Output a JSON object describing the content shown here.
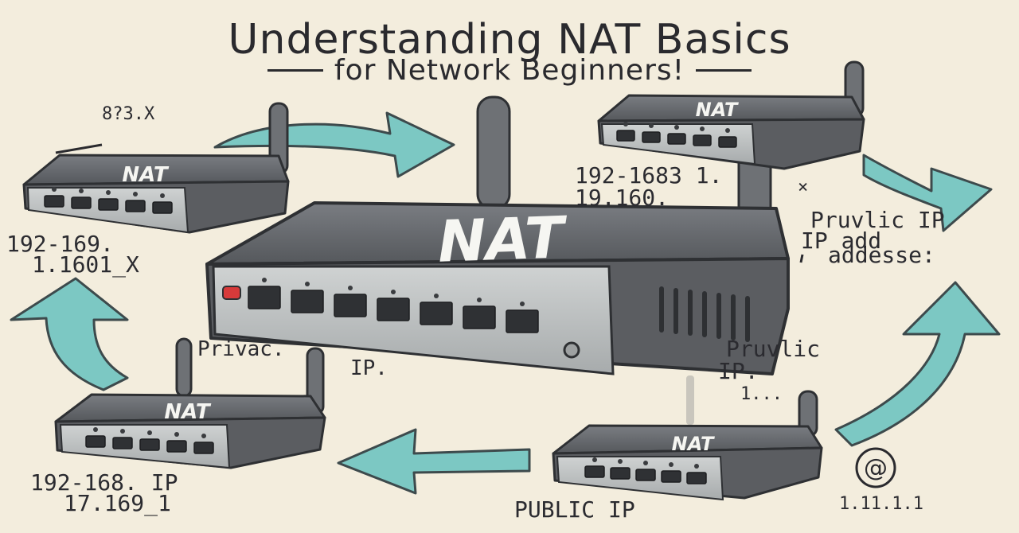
{
  "title": "Understanding NAT Basics",
  "subtitle": "for Network Beginners!",
  "routers": {
    "main": "NAT",
    "top_left": "NAT",
    "top_right": "NAT",
    "bottom_left": "NAT",
    "bottom_right": "NAT"
  },
  "labels": {
    "top_left_tiny": "8?3.X",
    "left_ip_1": "192-169.",
    "left_ip_2": "1.1601_X",
    "top_right_ip_1": "192-1683 1.",
    "top_right_ip_2": "19.160.",
    "top_right_x": "×",
    "public_ip_1": "Pruvlic IP",
    "public_ip_2": "IP add",
    "public_ip_3": "addesse:",
    "private_ip_1": "Privac.",
    "private_ip_2": "IP.",
    "public_center_1": "Pruvlic",
    "public_center_2": "IP.",
    "public_center_3": "1...",
    "bottom_left_ip_1": "192-168. IP",
    "bottom_left_ip_2": "17.169_1",
    "public_bottom": "PUBLIC IP",
    "bottom_right_ip": "1.11.1.1",
    "at_symbol": "@"
  },
  "colors": {
    "background": "#f3eddd",
    "router_body": "#5b5d61",
    "router_top": "#6e7175",
    "router_front": "#b9bcbd",
    "arrow_fill": "#7cc8c3",
    "arrow_stroke": "#3d4a4c",
    "ink": "#2a2a2e",
    "power_led": "#d83a3a"
  },
  "icons": [
    "router-icon",
    "antenna-icon",
    "ethernet-port-icon",
    "power-led-icon",
    "curved-arrow-icon",
    "at-sign-icon"
  ]
}
